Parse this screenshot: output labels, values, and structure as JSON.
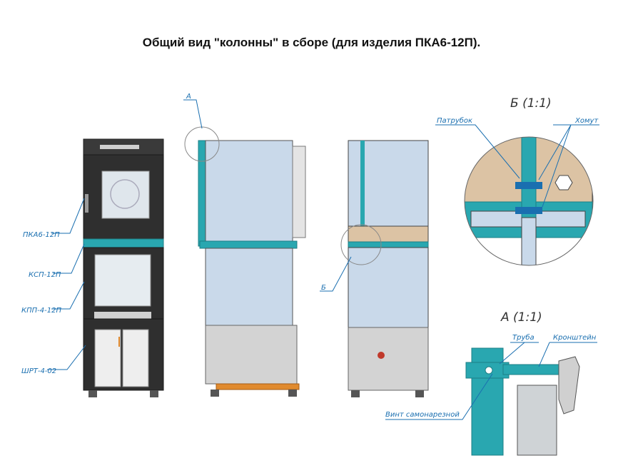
{
  "title": "Общий вид \"колонны\" в сборе (для изделия ПКА6-12П).",
  "front_labels": [
    "ПКА6-12П",
    "КСП-12П",
    "КПП-4-12П",
    "ШРТ-4-02"
  ],
  "side_view": {
    "callout": "А"
  },
  "rear_view": {
    "callout": "Б"
  },
  "detail_b": {
    "title": "Б (1:1)",
    "labels": [
      "Патрубок",
      "Хомут"
    ]
  },
  "detail_a": {
    "title": "А (1:1)",
    "labels": [
      "Труба",
      "Кронштейн",
      "Винт самонарезной"
    ]
  },
  "colors": {
    "teal": "#29a7b0",
    "leader": "#1a6fb0",
    "dark": "#2e2e2e",
    "panel": "#c9d9ea",
    "steel": "#d3d3d3",
    "tan": "#dcc3a4",
    "orange": "#e08a2e"
  }
}
